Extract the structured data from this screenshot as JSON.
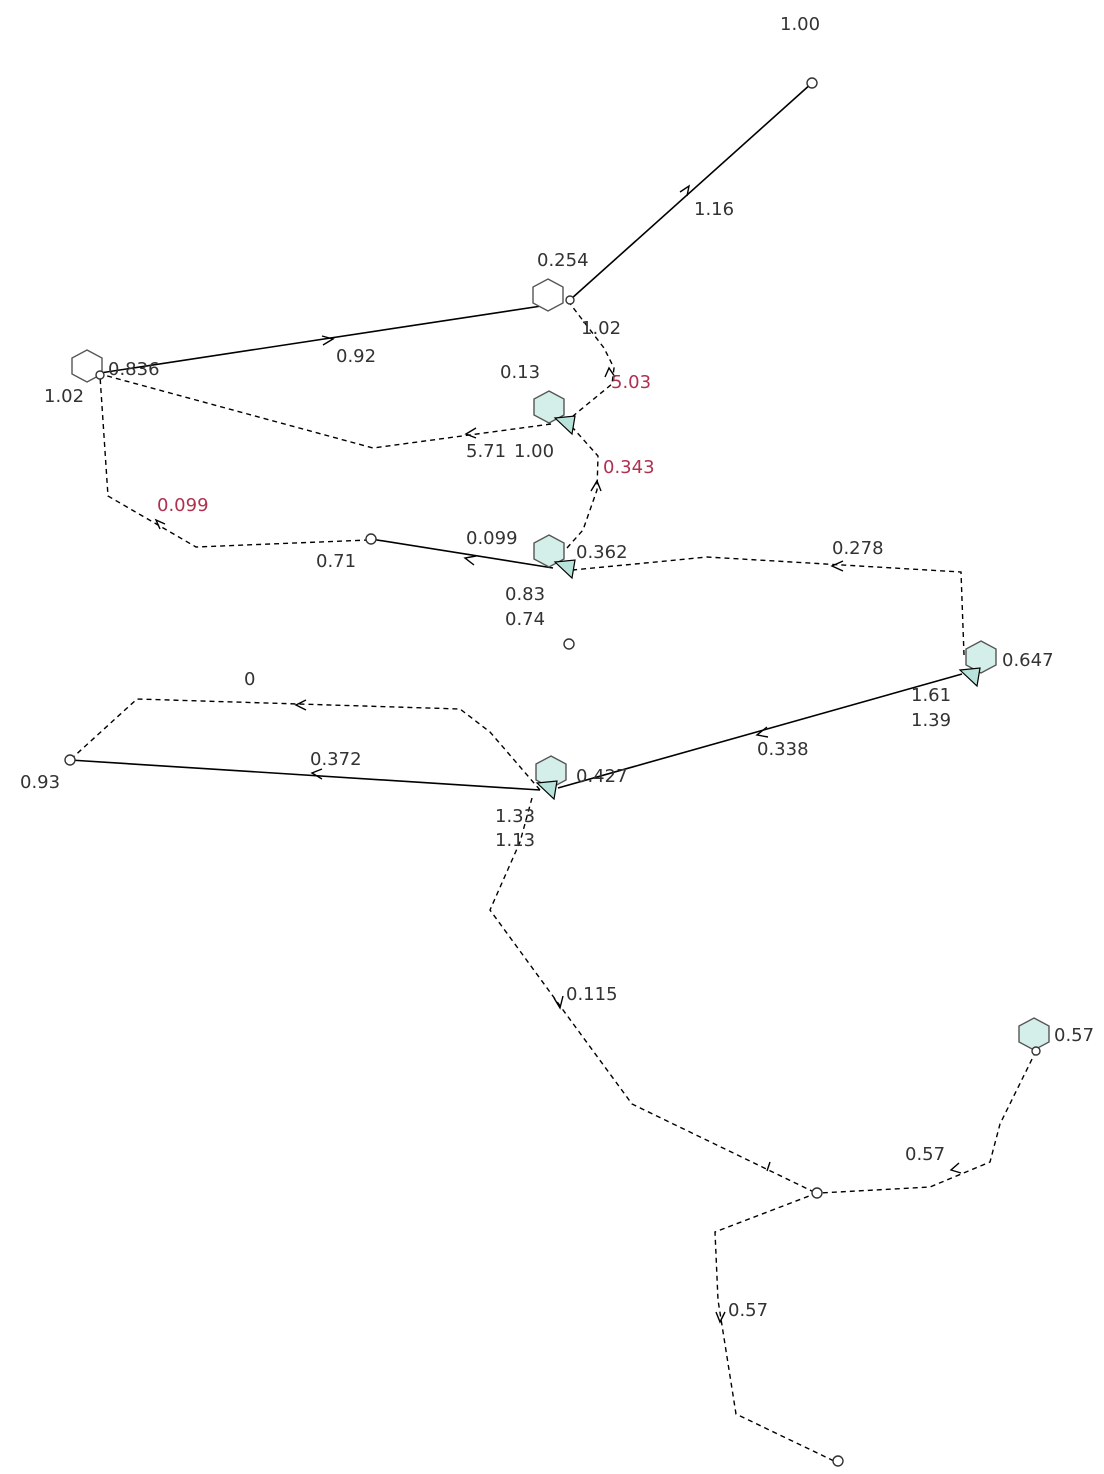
{
  "colors": {
    "line": "#000000",
    "label_default": "#333333",
    "label_highlight": "#b03050",
    "node_fill_teal": "#d4efe9",
    "valve_fill": "#b7e3da"
  },
  "nodes": [
    {
      "id": "n_top",
      "shape": "circle"
    },
    {
      "id": "n_a",
      "shape": "hexagon",
      "teal": false
    },
    {
      "id": "n_b",
      "shape": "hexagon",
      "teal": false
    },
    {
      "id": "n_c",
      "shape": "hexagon",
      "teal": true,
      "valve": true
    },
    {
      "id": "n_d",
      "shape": "hexagon",
      "teal": true,
      "valve": true
    },
    {
      "id": "n_e",
      "shape": "circle"
    },
    {
      "id": "n_f",
      "shape": "circle"
    },
    {
      "id": "n_g",
      "shape": "hexagon",
      "teal": true,
      "valve": true
    },
    {
      "id": "n_h",
      "shape": "circle"
    },
    {
      "id": "n_i",
      "shape": "hexagon",
      "teal": true,
      "valve": true
    },
    {
      "id": "n_j",
      "shape": "hexagon",
      "teal": true
    },
    {
      "id": "n_k",
      "shape": "circle"
    },
    {
      "id": "n_l",
      "shape": "circle"
    }
  ],
  "edges": [
    {
      "id": "e_top_a",
      "style": "solid"
    },
    {
      "id": "e_b_a",
      "style": "solid"
    },
    {
      "id": "e_a_c",
      "style": "dashed"
    },
    {
      "id": "e_c_b",
      "style": "dashed"
    },
    {
      "id": "e_d_c",
      "style": "dashed"
    },
    {
      "id": "e_d_f",
      "style": "solid"
    },
    {
      "id": "e_f_b",
      "style": "dashed"
    },
    {
      "id": "e_g_d",
      "style": "dashed"
    },
    {
      "id": "e_g_i",
      "style": "solid"
    },
    {
      "id": "e_i_h",
      "style": "solid"
    },
    {
      "id": "e_i_h_dash",
      "style": "dashed"
    },
    {
      "id": "e_i_k",
      "style": "dashed"
    },
    {
      "id": "e_j_k",
      "style": "dashed"
    },
    {
      "id": "e_k_l",
      "style": "dashed"
    }
  ],
  "labels": {
    "n_top_value": "1.00",
    "e_top_a_value": "1.16",
    "n_a_value": "0.254",
    "e_a_c_value_top": "1.02",
    "e_a_c_value_pink": "5.03",
    "n_b_value": "0.836",
    "n_b_value_left": "1.02",
    "e_b_a_value": "0.92",
    "n_c_value": "0.13",
    "e_c_b_value": "5.71",
    "n_c_value_right": "1.00",
    "e_d_c_value": "0.343",
    "e_f_b_value": "0.099",
    "e_d_f_value": "0.099",
    "n_f_value": "0.71",
    "n_d_value": "0.362",
    "n_d_value_b1": "0.83",
    "n_d_value_b2": "0.74",
    "e_g_d_value": "0.278",
    "n_g_value": "0.647",
    "n_g_value_b1": "1.61",
    "n_g_value_b2": "1.39",
    "e_g_i_value": "0.338",
    "e_i_h_dash_value": "0",
    "e_i_h_value": "0.372",
    "n_h_value": "0.93",
    "n_i_value": "0.427",
    "n_i_value_b1": "1.33",
    "n_i_value_b2": "1.13",
    "e_i_k_value": "0.115",
    "n_j_value": "0.57",
    "e_j_k_value": "0.57",
    "e_k_l_value": "0.57"
  }
}
